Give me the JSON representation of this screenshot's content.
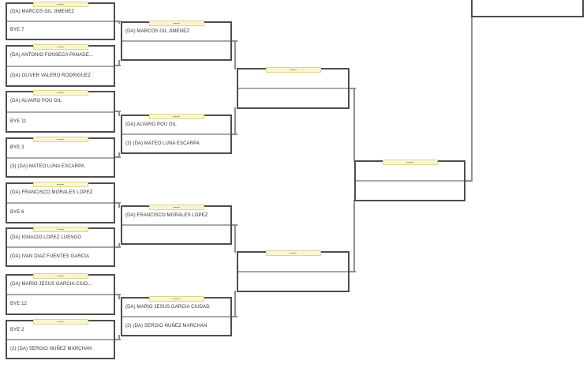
{
  "bracket": {
    "rounds": [
      {
        "boxes": [
          {
            "slots": [
              "(DA) MARCOS GIL JIMENEZ",
              "BYE 7"
            ]
          },
          {
            "slots": [
              "(DA) ANTONIO FONSECA PANADE...",
              "(DA) OLIVER VALERO RODRIGUEZ"
            ]
          },
          {
            "slots": [
              "(DA) ALVARO POU GIL",
              "BYE 11"
            ]
          },
          {
            "slots": [
              "BYE 3",
              "(3) (DA) MATEO LUNA ESCARPA"
            ]
          },
          {
            "slots": [
              "(DA) FRANCISCO MORALES LOPEZ",
              "BYE 6"
            ]
          },
          {
            "slots": [
              "(DA) IGNACIO LOPEZ LUENGO",
              "(DA) IVAN DIAZ FUENTES GARCIA"
            ]
          },
          {
            "slots": [
              "(DA) MARIO JESUS  GARCIA CIUD...",
              "BYE 12"
            ]
          },
          {
            "slots": [
              "BYE 2",
              "(2) (DA) SERGIO NUÑEZ MARCHAN"
            ]
          }
        ]
      },
      {
        "boxes": [
          {
            "slots": [
              "(DA) MARCOS GIL JIMENEZ",
              ""
            ]
          },
          {
            "slots": [
              "(DA) ALVARO POU GIL",
              "(3) (DA) MATEO LUNA ESCARPA"
            ]
          },
          {
            "slots": [
              "(DA) FRANCISCO MORALES LOPEZ",
              ""
            ]
          },
          {
            "slots": [
              "(DA) MARIO JESUS  GARCIA CIUDAD",
              "(2) (DA) SERGIO NUÑEZ MARCHAN"
            ]
          }
        ]
      },
      {
        "boxes": [
          {
            "slots": [
              "",
              ""
            ]
          },
          {
            "slots": [
              "",
              ""
            ]
          }
        ]
      },
      {
        "boxes": [
          {
            "slots": [
              "",
              ""
            ]
          }
        ]
      }
    ],
    "icons": {
      "match_tab": "dash"
    },
    "colors": {
      "box_border": "#4e4e4e",
      "slot_divider": "#a9a9a9",
      "connector": "#8f8f8f",
      "tab_bg": "#faf5d1",
      "tab_border": "#ded48c",
      "player_text": "#333333",
      "background": "#ffffff"
    }
  }
}
